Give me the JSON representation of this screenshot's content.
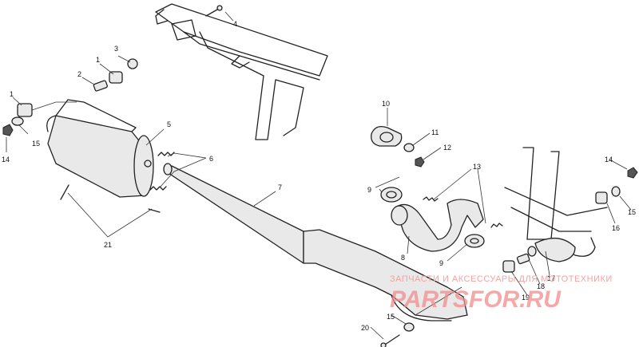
{
  "callouts": {
    "c4_top": "4",
    "c3": "3",
    "c1_upper": "1",
    "c2": "2",
    "c1_left": "1",
    "c15_left": "15",
    "c14_left": "14",
    "c5": "5",
    "c6": "6",
    "c7": "7",
    "c21": "21",
    "c10": "10",
    "c11": "11",
    "c12": "12",
    "c13": "13",
    "c9_upper": "9",
    "c8": "8",
    "c9_lower": "9",
    "c14_right": "14",
    "c15_right": "15",
    "c16": "16",
    "c17": "17",
    "c18": "18",
    "c19": "19",
    "c15_bottom": "15",
    "c20": "20"
  },
  "watermark": {
    "tagline": "ЗАПЧАСТИ И АКСЕССУАРЫ ДЛЯ МОТОТЕХНИКИ",
    "brand": "PARTSFOR.RU"
  },
  "colors": {
    "line": "#222222",
    "watermark": "#f28c8c"
  }
}
